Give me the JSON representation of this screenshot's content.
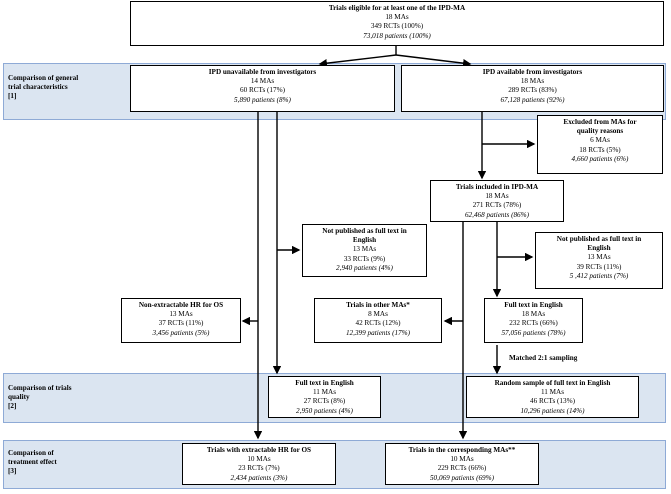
{
  "bands": {
    "general": {
      "label_l1": "Comparison of general",
      "label_l2": "trial characteristics",
      "label_l3": "[1]"
    },
    "quality": {
      "label_l1": "Comparison of trials",
      "label_l2": "quality",
      "label_l3": "[2]"
    },
    "effect": {
      "label_l1": "Comparison of",
      "label_l2": "treatment  effect",
      "label_l3": "[3]"
    }
  },
  "boxes": {
    "eligible": {
      "title": "Trials eligible for at least one of the IPD-MA",
      "l1": "18 MAs",
      "l2": "349 RCTs  (100%)",
      "l3": "73,018 patients (100%)"
    },
    "unavailable": {
      "title": "IPD unavailable from investigators",
      "l1": "14 MAs",
      "l2": "60 RCTs (17%)",
      "l3": "5,890 patients (8%)"
    },
    "available": {
      "title": "IPD available from investigators",
      "l1": "18 MAs",
      "l2": "289 RCTs (83%)",
      "l3": "67,128 patients (92%)"
    },
    "excluded": {
      "title1": "Excluded from MAs for",
      "title2": "quality reasons",
      "l1": "6 MAs",
      "l2": "18 RCTs (5%)",
      "l3": "4,660 patients (6%)"
    },
    "included": {
      "title": "Trials included in IPD-MA",
      "l1": "18 MAs",
      "l2": "271 RCTs (78%)",
      "l3": "62,468 patients (86%)"
    },
    "notpub_left": {
      "title1": "Not published as  full text in",
      "title2": "English",
      "l1": "13 MAs",
      "l2": "33 RCTs (9%)",
      "l3": "2,940 patients (4%)"
    },
    "notpub_right": {
      "title1": "Not published as full text in",
      "title2": "English",
      "l1": "13 MAs",
      "l2": "39 RCTs (11%)",
      "l3": "5 ,412 patients (7%)"
    },
    "nonextract": {
      "title": "Non-extractable HR for OS",
      "l1": "13 MAs",
      "l2": "37 RCTs (11%)",
      "l3": "3,456 patients (5%)"
    },
    "other_mas": {
      "title": "Trials in other MAs*",
      "l1": "8 MAs",
      "l2": "42  RCTs (12%)",
      "l3": "12,399 patients (17%)"
    },
    "fulltext_right": {
      "title": "Full text in English",
      "l1": "18 MAs",
      "l2": "232 RCTs (66%)",
      "l3": "57,056 patients (78%)"
    },
    "fulltext_left": {
      "title": "Full text in English",
      "l1": "11 MAs",
      "l2": "27 RCTs (8%)",
      "l3": "2,950 patients (4%)"
    },
    "random": {
      "title": "Random sample of full text in English",
      "l1": "11 MAs",
      "l2": "46 RCTs (13%)",
      "l3": "10,296 patients (14%)"
    },
    "extractable": {
      "title": "Trials with extractable HR for OS",
      "l1": "10 MAs",
      "l2": "23 RCTs (7%)",
      "l3": "2,434 patients (3%)"
    },
    "corresponding": {
      "title": "Trials in the corresponding MAs**",
      "l1": "10 MAs",
      "l2": "229 RCTs (66%)",
      "l3": "50,069 patients (69%)"
    }
  },
  "notes": {
    "sampling": "Matched 2:1 sampling"
  },
  "colors": {
    "band_fill": "#dbe5f1",
    "band_border": "#8eaad6"
  }
}
